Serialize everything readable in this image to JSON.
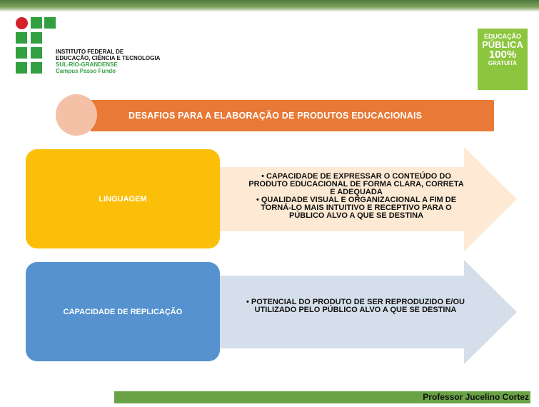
{
  "colors": {
    "title_bar": "#e87936",
    "title_circle": "#f4c1a6",
    "linguagem_box": "#fbbf0a",
    "linguagem_arrow": "#fde9d4",
    "replicacao_box": "#5592cf",
    "replicacao_arrow": "#d5dfeb",
    "footer_bar": "#6aa346",
    "badge": "#8cc63f"
  },
  "header": {
    "institution": {
      "line1": "INSTITUTO FEDERAL DE",
      "line2": "EDUCAÇÃO, CIÊNCIA E TECNOLOGIA",
      "line3": "SUL-RIO-GRANDENSE",
      "line4": "Campus Passo Fundo"
    },
    "badge": {
      "line1": "EDUCAÇÃO",
      "line2": "PÚBLICA",
      "line3": "100%",
      "line4": "GRATUITA"
    }
  },
  "title": "DESAFIOS PARA A ELABORAÇÃO DE PRODUTOS EDUCACIONAIS",
  "items": [
    {
      "label": "LINGUAGEM",
      "lines": [
        "• CAPACIDADE DE EXPRESSAR O CONTEÚDO DO",
        "PRODUTO EDUCACIONAL DE FORMA CLARA, CORRETA",
        "E ADEQUADA",
        "• QUALIDADE VISUAL E ORGANIZACIONAL A FIM DE",
        "TORNÁ-LO MAIS INTUITIVO E RECEPTIVO PARA O",
        "PÚBLICO ALVO A QUE SE DESTINA"
      ]
    },
    {
      "label": "CAPACIDADE DE REPLICAÇÃO",
      "lines": [
        "• POTENCIAL DO PRODUTO DE SER REPRODUZIDO E/OU",
        "UTILIZADO PELO PÚBLICO ALVO A QUE SE DESTINA"
      ]
    }
  ],
  "footer": "Professor Jucelino Cortez"
}
